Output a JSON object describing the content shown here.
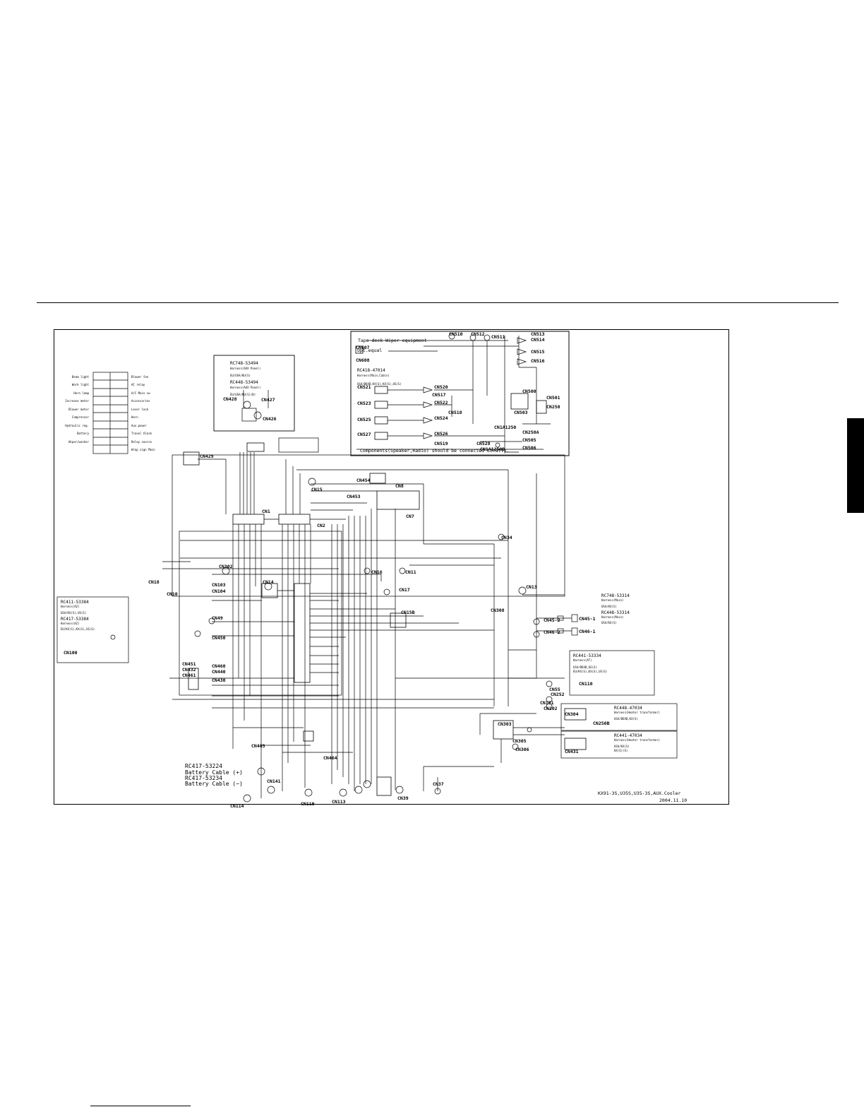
{
  "connectors": {
    "audio": [
      "CN607",
      "CN608",
      "CN510",
      "CN512",
      "CN511",
      "CN513",
      "CN514",
      "CN515",
      "CN516",
      "CN521",
      "CN520",
      "CN517",
      "CN523",
      "CN522",
      "CN518",
      "CN525",
      "CN524",
      "CN527",
      "CN526",
      "CN519",
      "CN528",
      "CN500",
      "CN501",
      "CN503",
      "CN250",
      "CN505",
      "CN506",
      "CN250A",
      "CN1A1250",
      "CN1A1250B"
    ],
    "aux_panel": [
      "CN428",
      "CN427",
      "CN426"
    ],
    "main": [
      "CN429",
      "CN15",
      "CN454",
      "CN453",
      "CN8",
      "CN7",
      "CN1",
      "CN2",
      "CN34",
      "CN302",
      "CN14",
      "CN18",
      "CN10",
      "CN104",
      "CN103",
      "CN16",
      "CN11",
      "CN17",
      "CN13",
      "CN15B",
      "CN49",
      "CN450",
      "CN451",
      "CN306",
      "CN440",
      "CN430",
      "CN432",
      "CN308",
      "CN304",
      "CN45-2",
      "CN46-2",
      "CN45-1",
      "CN46-1",
      "CN110",
      "CN55",
      "CN252",
      "CN101",
      "CN102",
      "CN303",
      "CN305",
      "CN460",
      "CN461",
      "CN431",
      "CN250B"
    ],
    "cable": [
      "CN465",
      "CN141",
      "CN114",
      "CN119",
      "CN464",
      "CN113",
      "CN39",
      "CN37",
      "CN100"
    ]
  },
  "text": {
    "part1": "RC748-53494",
    "part1_note": "Harness(AUX Panel)",
    "part1_regions": "EU/USA/KU(S)",
    "part2": "RC448-53494",
    "part2_note": "Harness(AUX Panel)",
    "part2_regions": "EU/USA/KU(S)(B)",
    "part3": "RC418-47014",
    "part3_note": "Harness(Main,Cabin)",
    "part3_regions": "USA/BOXB,KX(S),KX(S),US(S)",
    "part4": "RC411-53384",
    "part4_note": "Harness(AZ)",
    "part4_regions": "USA/KX(S),US(S)",
    "part5": "RC417-53384",
    "part5_note": "Harness(AZ)",
    "part5_regions": "EU/KX(S),KX(S),US(S)",
    "part6": "RC748-53314",
    "part6_note": "Harness(Main)",
    "part6_regions": "USA/KX(S)",
    "part7": "RC448-53314",
    "part7_note": "Harness(Main)",
    "part7_regions": "USA/KX(S)",
    "part8": "RC441-53334",
    "part8_note": "Harness(AT)",
    "part8_regions": "USA/BOXB,US(S)",
    "part8_regions2": "EU/KX(S),KX(S),US(S)",
    "part9": "RC448-47034",
    "part9_note": "Harness(Heater transformer)",
    "part9_regions": "USA/BOXB,KX(S)",
    "part10": "RC441-47034",
    "part10_note": "Harness(Heater transformer)",
    "part10_regions": "USA/KX(S)",
    "part10_regions2": "KX(S)(S)",
    "cable_pos_part": "RC417-53224",
    "cable_pos_label": "Battery Cable (+)",
    "cable_neg_part": "RC417-53234",
    "cable_neg_label": "Battery Cable (−)",
    "audio_note": "Components(Speaker,Radio) should be connected Locally.",
    "footer_model": "KX91-3S,U35S,U35-3S,AUX.Cooler",
    "footer_date": "2004.11.10"
  },
  "legend": {
    "labels": [
      "Beam light",
      "Work light",
      "Horn lamp",
      "Increase meter",
      "Blower motor",
      "Compressor",
      "Hydraulic reg.",
      "Battery",
      "Wiper/washer",
      ""
    ],
    "labels_right": [
      "Blower fan",
      "AC relay",
      "A/C Main sw",
      "Accessories",
      "Lever lock",
      "Horn",
      "Aux.power",
      "Travel Alarm",
      "Relay source",
      "Wrap sign Main"
    ]
  }
}
